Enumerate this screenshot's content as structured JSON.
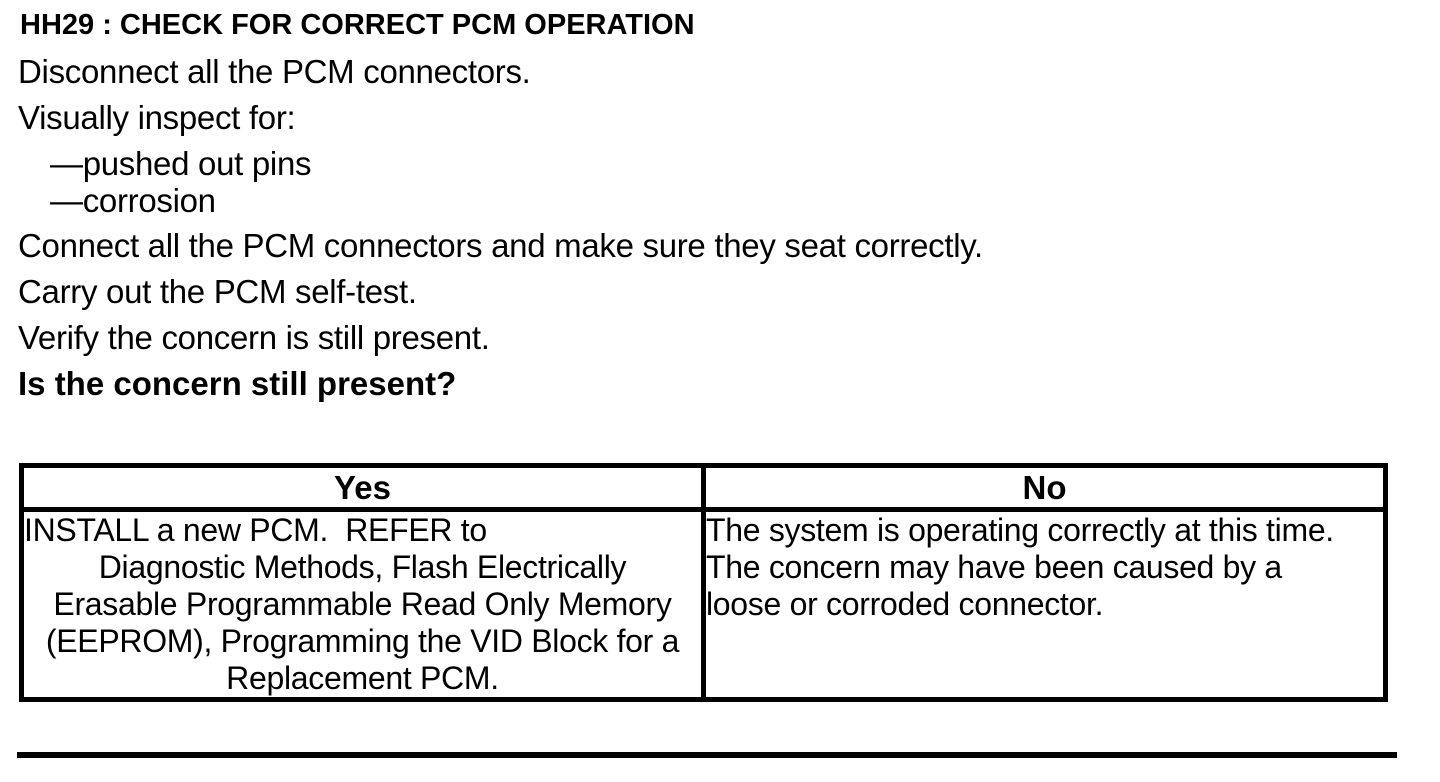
{
  "content": {
    "title": "HH29 : CHECK FOR CORRECT PCM OPERATION",
    "steps": [
      "Disconnect all the PCM connectors.",
      "Visually inspect for:",
      "Connect all the PCM connectors and make sure they seat correctly.",
      "Carry out the PCM self-test.",
      "Verify the concern is still present."
    ],
    "inspection_items": [
      "—pushed out pins",
      "—corrosion"
    ],
    "question": "Is the concern still present?",
    "decision_table": {
      "yes": {
        "header": "Yes",
        "lines": [
          "INSTALL a new PCM.  REFER to",
          "Diagnostic Methods, Flash Electrically",
          "Erasable Programmable Read Only Memory",
          "(EEPROM), Programming the VID Block for a",
          "Replacement PCM."
        ]
      },
      "no": {
        "header": "No",
        "lines": [
          "The system is operating correctly at this time.",
          "The concern may have been caused by a",
          "loose or corroded connector."
        ]
      }
    },
    "colors": {
      "text": "#000000",
      "background": "#ffffff",
      "border": "#000000"
    }
  }
}
